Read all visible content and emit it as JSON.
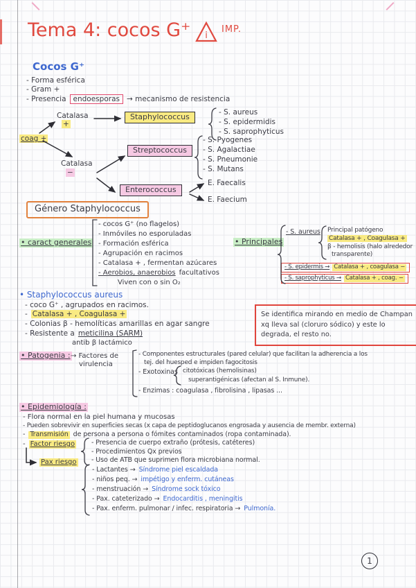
{
  "colors": {
    "ink": "#3b3b44",
    "red_accent": "#e0493f",
    "blue_accent": "#3e68cf",
    "highlight_yellow": "#f9ea82",
    "highlight_pink": "#f6c9e3",
    "highlight_green": "#c9eec6",
    "box_orange": "#e2823e",
    "box_red": "#e0443c",
    "box_pink_red": "#e24a6e"
  },
  "header": {
    "title": "Tema 4: cocos G⁺",
    "warning_symbol": "i",
    "warning_label": "IMP."
  },
  "intro": {
    "heading": "Cocos G⁺",
    "bullet_1": "- Forma esférica",
    "bullet_2": "- Gram +",
    "endospore_prefix": "- Presencia",
    "endospore_boxed": "endoesporas",
    "endospore_suffix": "→ mecanismo de resistencia"
  },
  "flowchart": {
    "coag_label": "coag +",
    "catalasa_pos_label": "Catalasa",
    "catalasa_pos_sign": "+",
    "catalasa_neg_label": "Catalasa",
    "catalasa_neg_sign": "−",
    "staphylococcus": {
      "label": "Staphylococcus",
      "species": [
        "- S. aureus",
        "- S. epidermidis",
        "- S. saprophyticus"
      ]
    },
    "streptococcus": {
      "label": "Streptococcus",
      "species": [
        "- S. Pyogenes",
        "- S. Agalactiae",
        "- S. Pneumonie",
        "- S. Mutans"
      ]
    },
    "enterococcus": {
      "label": "Enterococcus",
      "species": [
        "E. Faecalis",
        "E. Faecium"
      ]
    }
  },
  "genus_box": {
    "title": "Género Staphylococcus"
  },
  "general": {
    "label": "• caract generales",
    "items": [
      "- cocos G⁺ (no flagelos)",
      "- Inmóviles no esporuladas",
      "- Formación esférica",
      "- Agrupación en racimos",
      "- Catalasa + , fermentan azúcares"
    ],
    "aerobios_hl": "- Aerobios, anaerobios",
    "aerobios_rest": "facultativos",
    "note": "Viven con o sin O₂"
  },
  "principales": {
    "label": "• Principales",
    "aureus_name": "- S. aureus",
    "aureus_details": {
      "d1": "Principal patógeno",
      "d2": "Catalasa + , Coagulasa +",
      "d3": "β - hemolisis (halo alrededor",
      "d4": "transparente)"
    },
    "epidermis_name": "- S. epidermis →",
    "epidermis_value": "Catalasa + , coagulasa −",
    "saprophyticus_name": "- S. saprophyticus →",
    "saprophyticus_value": "Catalasa + , coag. −"
  },
  "aureus_section": {
    "heading": "• Staphylococcus aureus",
    "item_1": "- coco G⁺ , agrupados en racimos.",
    "catalasa_dash": "-",
    "catalasa_hl": "Catalasa + , Coagulasa +",
    "item_3": "- Colonias β - hemolíticas amarillas en agar sangre",
    "resist_prefix": "- Resistente a",
    "resist_drug": "meticilina (SARM)",
    "resist_note": "antib β lactámico"
  },
  "id_note": {
    "text": "Se identifica mirando en medio de Champan xq lleva sal (cloruro sódico) y este lo degrada, el resto no."
  },
  "patogenia": {
    "label": "• Patogenia :",
    "intro_line1": "→ Factores de",
    "intro_line2": "virulencia",
    "item1a": "- Componentes estructurales (pared celular) que facilitan la adherencia a los",
    "item1b": "tej. del huesped e impiden fagocitosis",
    "exo_label": "- Exotoxinas",
    "exo_item1": "citotóxicas (hemolisinas)",
    "exo_item2": "superantigénicas (afectan al S. Inmune).",
    "enzimas": "- Enzimas : coagulasa , fibrolisina , lipasas ..."
  },
  "epidemiologia": {
    "label": "• Epidemiología :",
    "line1": "- Flora normal en la piel humana y mucosas",
    "line2": "- Pueden sobrevivir en superficies secas (x capa de peptidoglucanos engrosada y ausencia de membr. externa)",
    "line3_dash": "-",
    "line3_hl": "Transmisión",
    "line3_rest": "de persona a persona o fómites contaminados (ropa contaminada).",
    "factor_dash": "-",
    "factor_label": "Factor riesgo",
    "factor_items": [
      "- Presencia de cuerpo extraño (prótesis, catéteres)",
      "- Procedimientos Qx previos",
      "- Uso de ATB que suprimen flora microbiana normal."
    ],
    "pax_label": "Pax riesgo",
    "pax_items": [
      {
        "cause": "- Lactantes →",
        "effect": "Síndrome piel escaldada"
      },
      {
        "cause": "- niños peq. →",
        "effect": "impétigo y enferm. cutáneas"
      },
      {
        "cause": "- menstruación →",
        "effect": "Síndrome sock tóxico"
      },
      {
        "cause": "- Pax. cateterizado →",
        "effect": "Endocarditis , meningitis"
      },
      {
        "cause": "- Pax. enferm. pulmonar / infec. respiratoria →",
        "effect": "Pulmonía."
      }
    ]
  },
  "page": {
    "number": "1"
  }
}
